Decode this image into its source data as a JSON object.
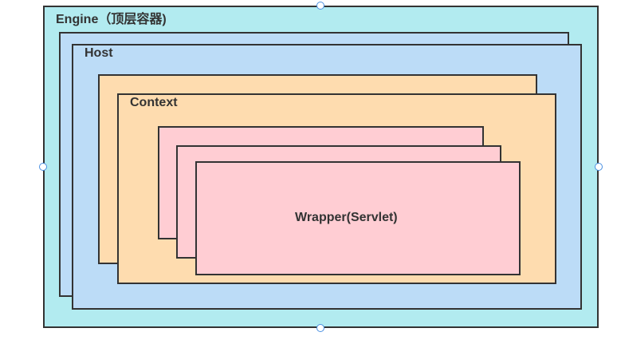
{
  "diagram": {
    "engine_label": "Engine（顶层容器)",
    "host_label": "Host",
    "context_label": "Context",
    "wrapper_label": "Wrapper(Servlet)"
  },
  "colors": {
    "engine_fill": "#b2ebf0",
    "host_fill": "#bcdcf7",
    "context_fill": "#fedcaf",
    "wrapper_fill": "#ffcdd3",
    "border": "#333333",
    "selection_handle": "#4a90e2"
  }
}
